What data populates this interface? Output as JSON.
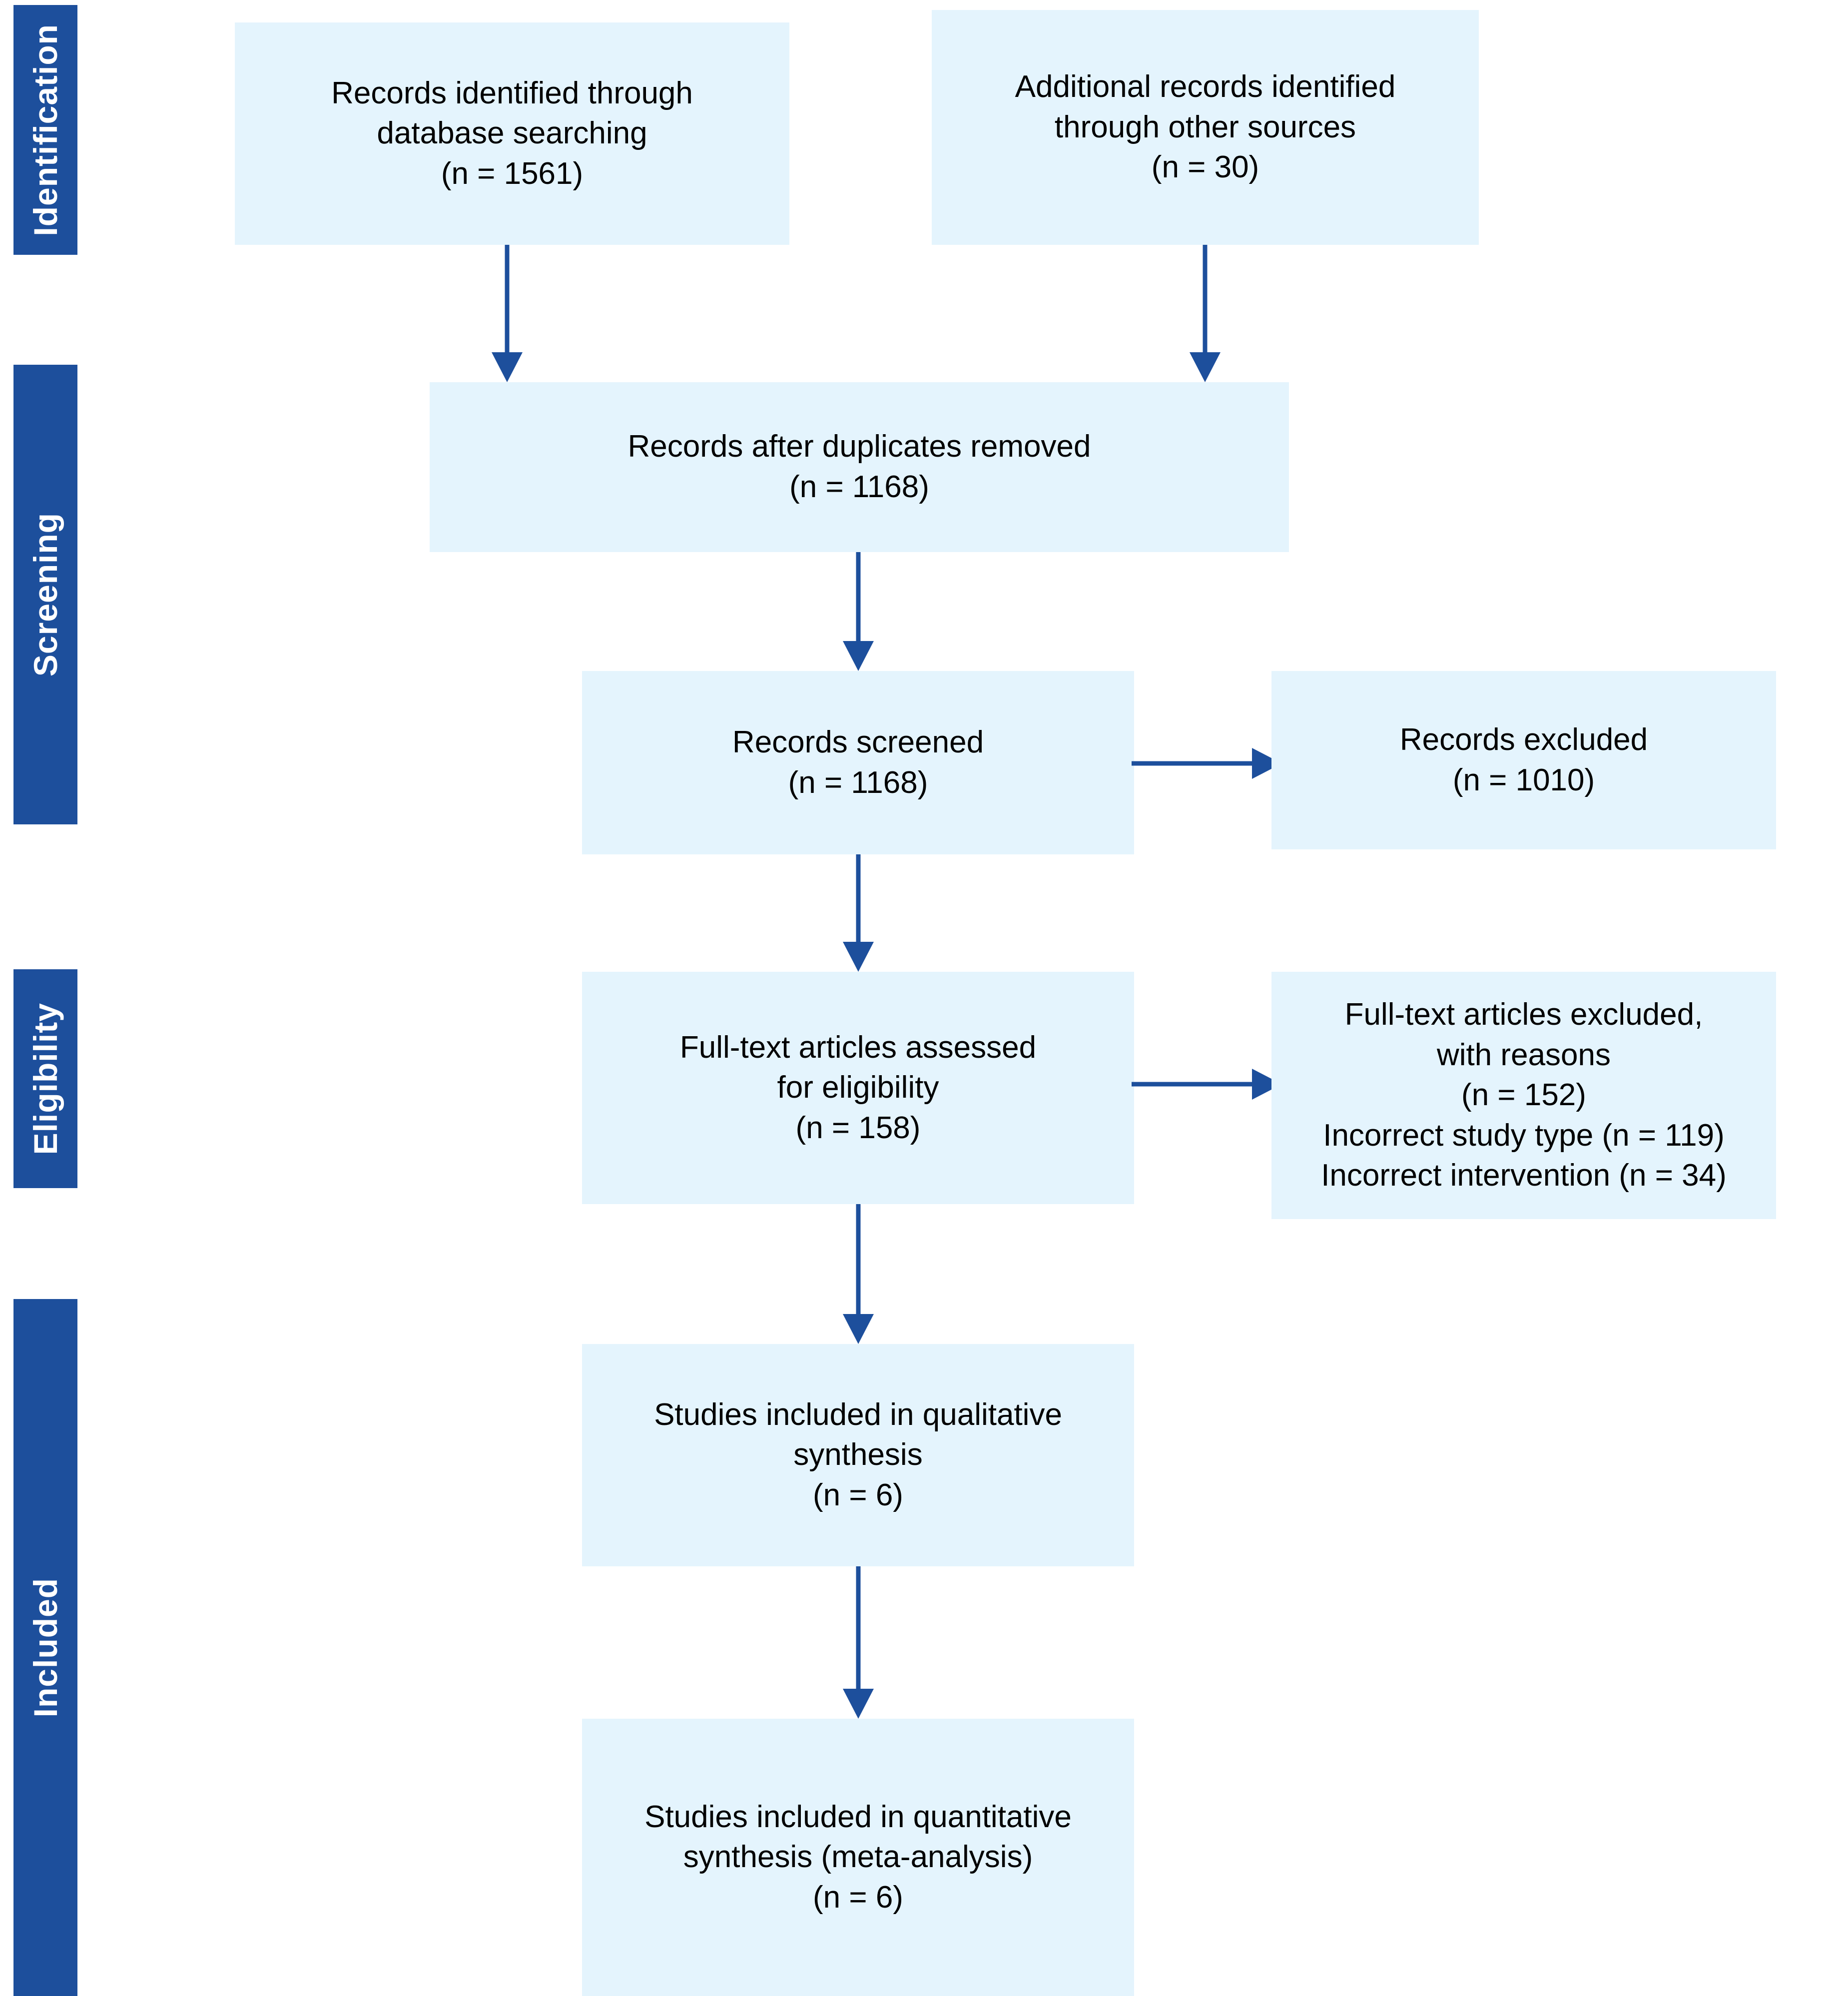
{
  "diagram": {
    "type": "prisma-flow-diagram",
    "colors": {
      "stage_bar": "#1d4f9c",
      "box_fill": "#e4f4fd",
      "arrow": "#1d4f9c",
      "text": "#000000",
      "background": "#ffffff"
    }
  },
  "stages": [
    {
      "id": "identification",
      "label": "Identification"
    },
    {
      "id": "screening",
      "label": "Screening"
    },
    {
      "id": "eligibility",
      "label": "Eligibility"
    },
    {
      "id": "included",
      "label": "Included"
    }
  ],
  "nodes": {
    "db_search": {
      "stage": "identification",
      "lines": [
        "Records identified through",
        "database searching",
        "(n = 1561)"
      ],
      "n": 1561
    },
    "other_sources": {
      "stage": "identification",
      "lines": [
        "Additional records identified",
        "through other sources",
        "(n = 30)"
      ],
      "n": 30
    },
    "after_duplicates": {
      "stage": "screening",
      "lines": [
        "Records after duplicates removed",
        "(n = 1168)"
      ],
      "n": 1168
    },
    "records_screened": {
      "stage": "screening",
      "lines": [
        "Records screened",
        "(n = 1168)"
      ],
      "n": 1168
    },
    "records_excluded": {
      "stage": "screening",
      "lines": [
        "Records excluded",
        "(n = 1010)"
      ],
      "n": 1010
    },
    "fulltext_assessed": {
      "stage": "eligibility",
      "lines": [
        "Full-text articles assessed",
        "for eligibility",
        "(n = 158)"
      ],
      "n": 158
    },
    "fulltext_excluded": {
      "stage": "eligibility",
      "lines": [
        "Full-text articles excluded,",
        "with reasons",
        "(n = 152)",
        "Incorrect study type (n = 119)",
        "Incorrect intervention (n = 34)"
      ],
      "n": 152,
      "reasons": [
        {
          "label": "Incorrect study type",
          "n": 119
        },
        {
          "label": "Incorrect intervention",
          "n": 34
        }
      ]
    },
    "qualitative": {
      "stage": "included",
      "lines": [
        "Studies included in qualitative",
        "synthesis",
        "(n = 6)"
      ],
      "n": 6
    },
    "quantitative": {
      "stage": "included",
      "lines": [
        "Studies included in quantitative",
        "synthesis (meta-analysis)",
        "(n = 6)"
      ],
      "n": 6
    }
  },
  "edges": [
    {
      "from": "db_search",
      "to": "after_duplicates",
      "direction": "down"
    },
    {
      "from": "other_sources",
      "to": "after_duplicates",
      "direction": "down"
    },
    {
      "from": "after_duplicates",
      "to": "records_screened",
      "direction": "down"
    },
    {
      "from": "records_screened",
      "to": "records_excluded",
      "direction": "right"
    },
    {
      "from": "records_screened",
      "to": "fulltext_assessed",
      "direction": "down"
    },
    {
      "from": "fulltext_assessed",
      "to": "fulltext_excluded",
      "direction": "right"
    },
    {
      "from": "fulltext_assessed",
      "to": "qualitative",
      "direction": "down"
    },
    {
      "from": "qualitative",
      "to": "quantitative",
      "direction": "down"
    }
  ]
}
